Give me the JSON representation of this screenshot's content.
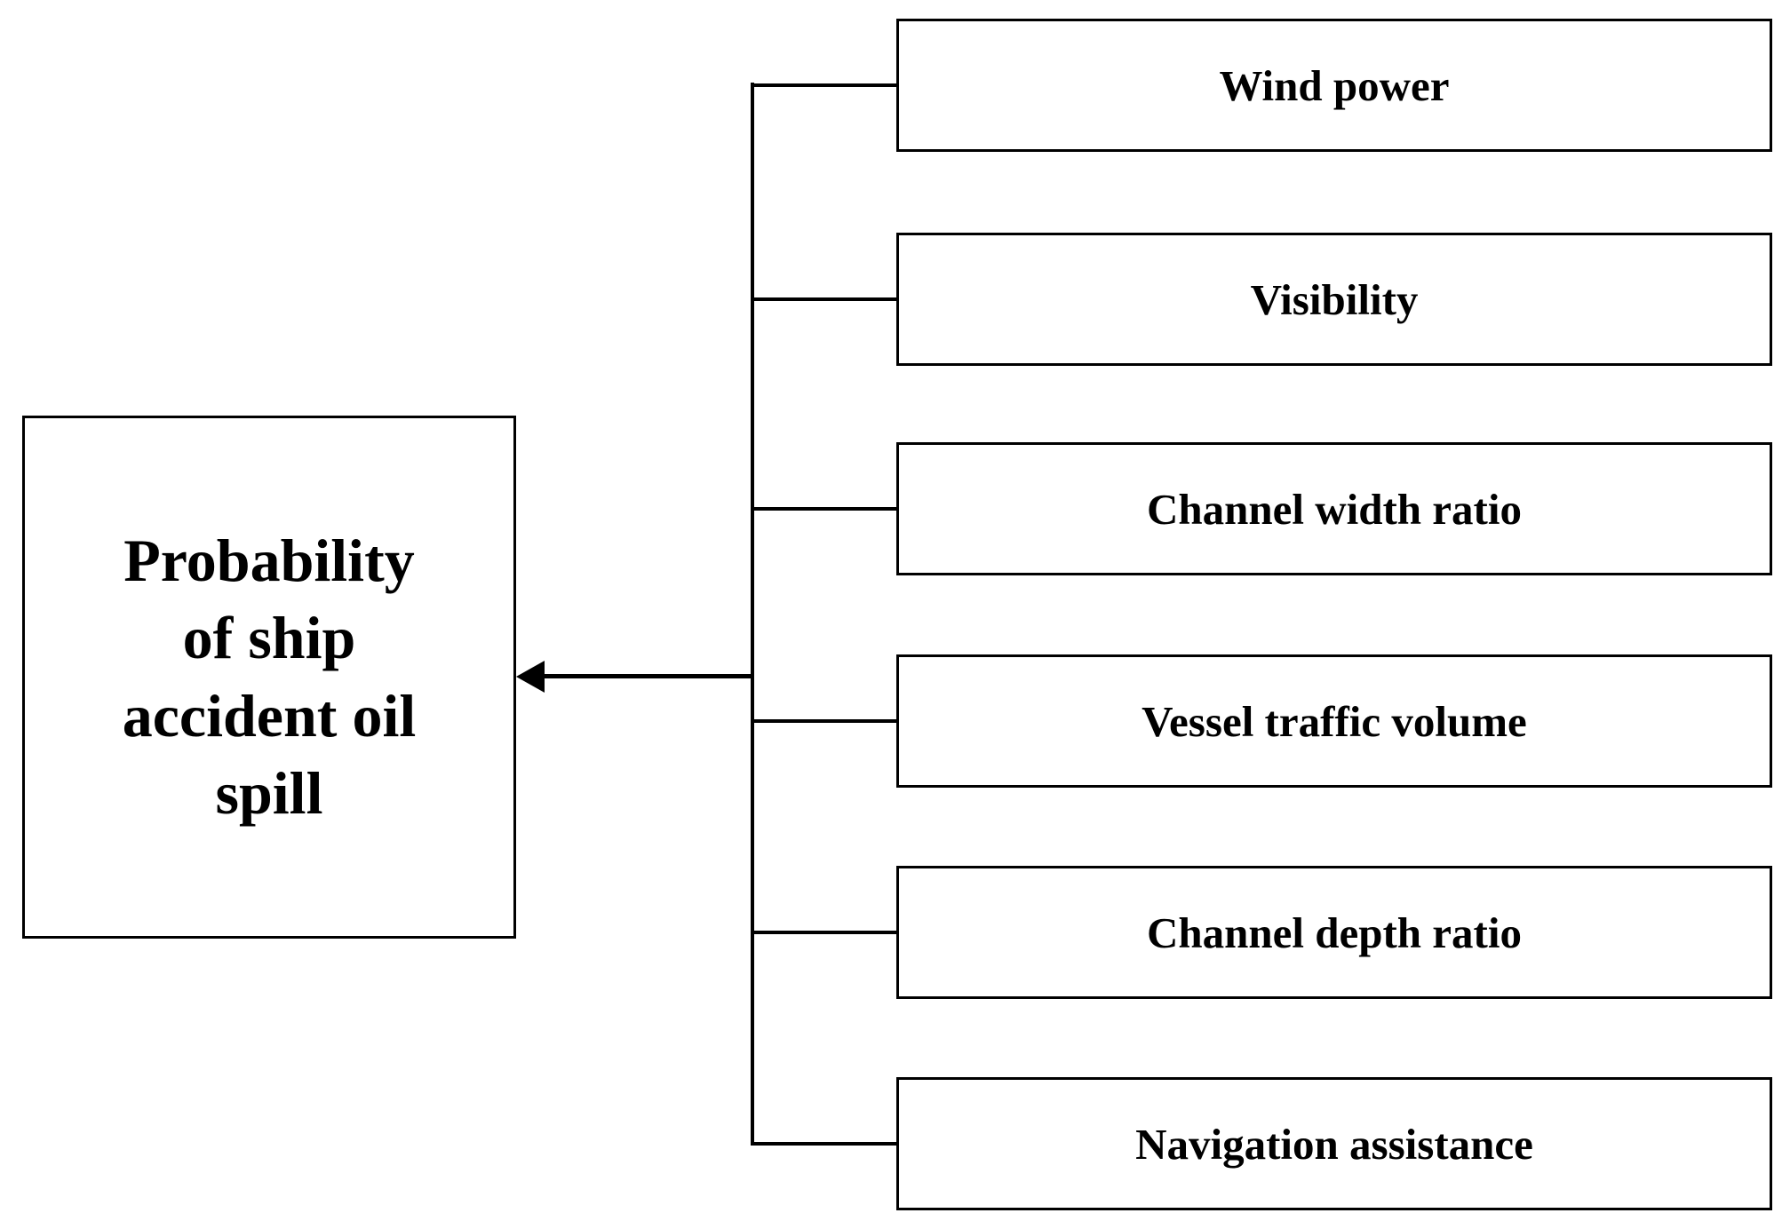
{
  "diagram": {
    "target": {
      "label": "Probability\nof ship\naccident oil\nspill"
    },
    "factors": [
      {
        "label": "Wind power"
      },
      {
        "label": "Visibility"
      },
      {
        "label": "Channel width ratio"
      },
      {
        "label": "Vessel traffic volume"
      },
      {
        "label": "Channel depth ratio"
      },
      {
        "label": "Navigation assistance"
      }
    ],
    "relation": "factors point to target via merged arrow",
    "colors": {
      "background": "#ffffff",
      "box_fill": "#ffffff",
      "line": "#000000",
      "text": "#000000"
    }
  }
}
